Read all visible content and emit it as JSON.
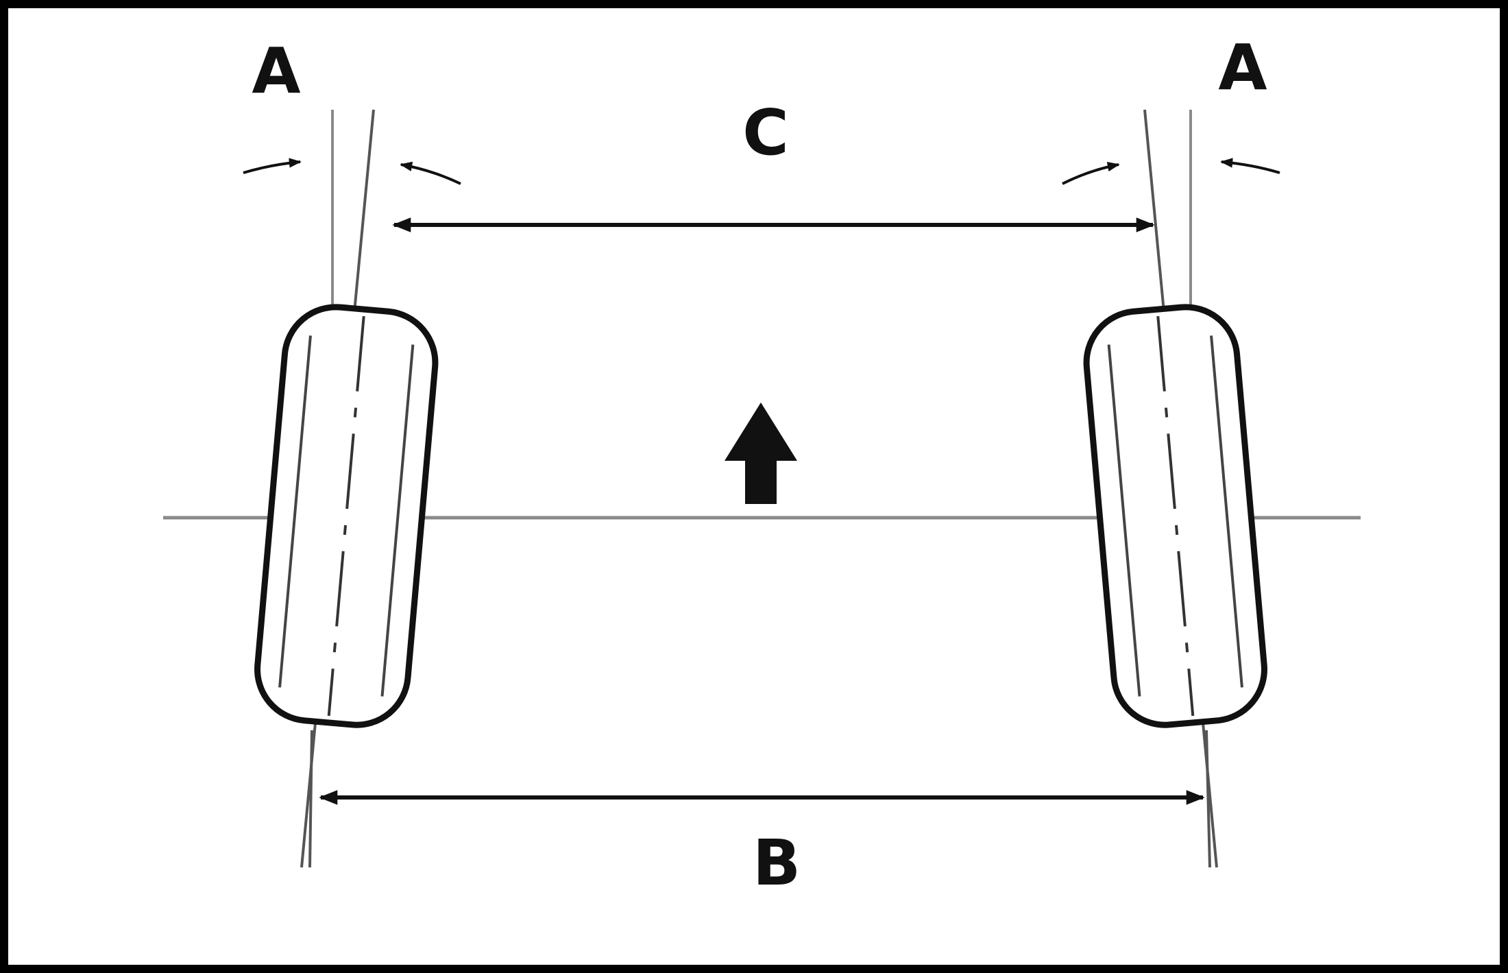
{
  "labels": {
    "a_left": "A",
    "a_right": "A",
    "b": "B",
    "c": "C"
  },
  "colors": {
    "ink": "#111111",
    "guide": "#8a8a8a",
    "border": "#000000",
    "background": "#ffffff"
  },
  "icons": {
    "direction": "arrow-up-icon"
  }
}
